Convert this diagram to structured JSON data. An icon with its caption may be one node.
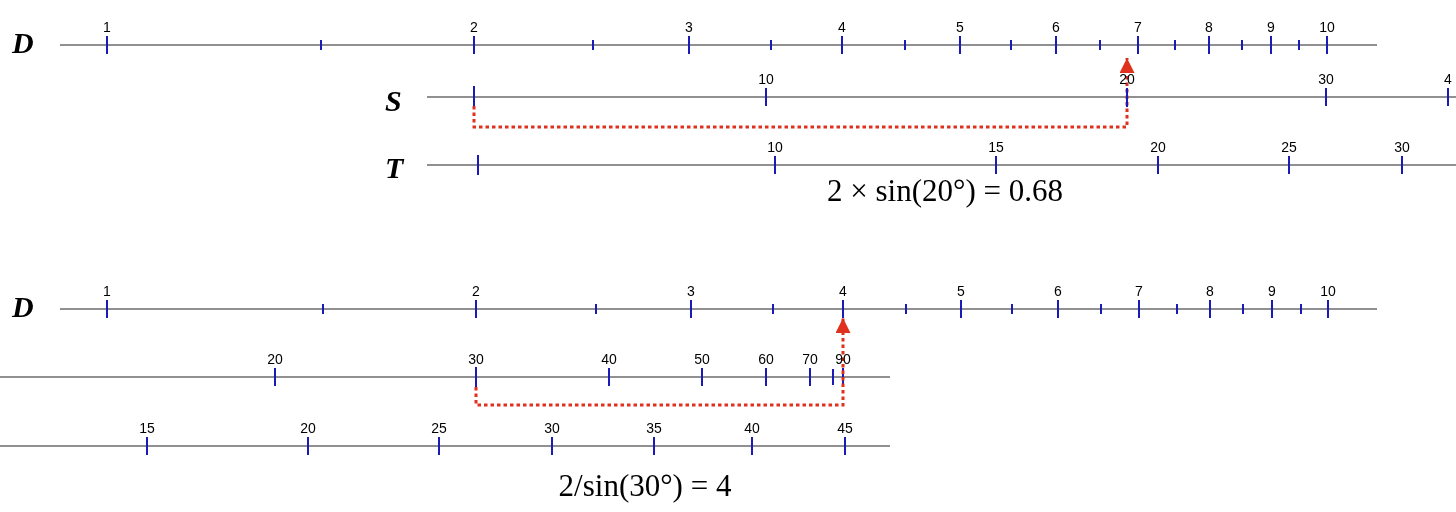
{
  "diagram": {
    "nodes": [
      {
        "text": [],
        "shape": "bar"
      },
      {
        "text": [
          "20"
        ]
      },
      {
        "text": [
          "4"
        ]
      },
      {
        "text": [],
        "shape": "bar"
      }
    ],
    "edges": [
      {
        "from": 0,
        "to": 1,
        "arrow": "to",
        "style": "dashed"
      },
      {
        "from": 3,
        "to": 2,
        "arrow": "to",
        "style": "dashed"
      }
    ],
    "labels": [
      "D",
      "1",
      "2",
      "3",
      "4",
      "5",
      "6",
      "7",
      "8",
      "9",
      "10",
      "S",
      "10",
      "30",
      "4",
      "T",
      "10",
      "15",
      "20",
      "25",
      "30",
      "2 × sin(20°) = 0.68",
      "D",
      "1",
      "2",
      "3",
      "5",
      "6",
      "7",
      "8",
      "9",
      "10",
      "20",
      "30",
      "40",
      "50",
      "60",
      "70",
      "90",
      "15",
      "20",
      "25",
      "30",
      "35",
      "40",
      "45",
      "2/sin(30°) = 4"
    ]
  }
}
